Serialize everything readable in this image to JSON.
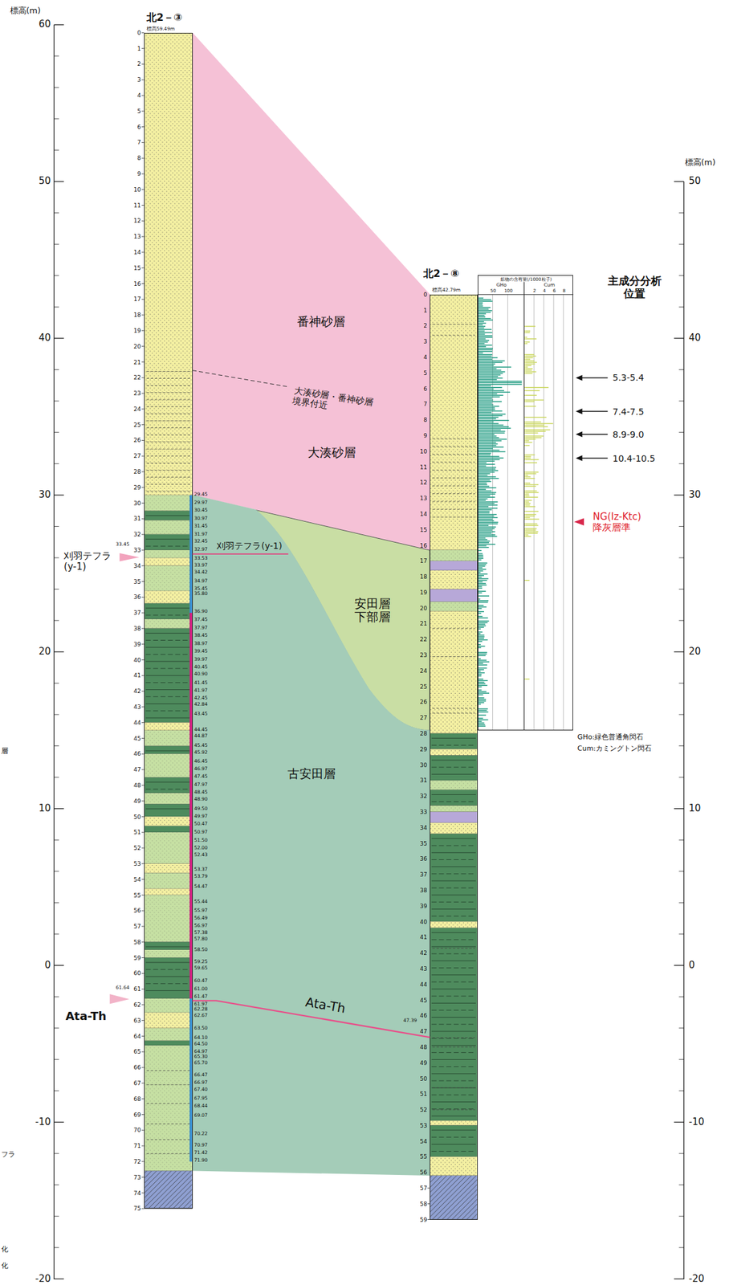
{
  "diagram": {
    "nodes": [
      {
        "text": [
          "北2－③",
          "標高59.49m"
        ]
      },
      {
        "text": [
          "北2－⑧",
          "標高42.79m"
        ]
      },
      {
        "text": [
          "鉱物の含有量(/1000粒子)",
          "GHo",
          "Cum",
          "50",
          "100",
          "2",
          "4",
          "6",
          "8"
        ]
      },
      {
        "text": [
          "番神砂層",
          "大湊砂層・番神砂層 境界付近",
          "大湊砂層"
        ]
      },
      {
        "text": [
          "安田層 下部層"
        ]
      },
      {
        "text": [
          "古安田層"
        ]
      }
    ],
    "edges": [
      {
        "from": 0,
        "to": 1,
        "label": "Ata-Th",
        "arrow": "none"
      }
    ],
    "labels": [
      "標高(m)",
      "60",
      "50",
      "40",
      "30",
      "20",
      "10",
      "0",
      "-10",
      "-20",
      "標高(m)",
      "50",
      "40",
      "30",
      "20",
      "10",
      "0",
      "-10",
      "-20",
      "0",
      "1",
      "2",
      "3",
      "4",
      "5",
      "6",
      "7",
      "8",
      "9",
      "10",
      "11",
      "12",
      "13",
      "14",
      "15",
      "16",
      "17",
      "18",
      "19",
      "20",
      "21",
      "22",
      "23",
      "24",
      "25",
      "26",
      "27",
      "28",
      "29",
      "30",
      "31",
      "32",
      "33",
      "34",
      "35",
      "36",
      "37",
      "38",
      "39",
      "40",
      "41",
      "42",
      "43",
      "44",
      "45",
      "46",
      "47",
      "48",
      "49",
      "50",
      "51",
      "52",
      "53",
      "54",
      "55",
      "56",
      "57",
      "58",
      "59",
      "60",
      "61",
      "62",
      "63",
      "64",
      "65",
      "66",
      "67",
      "68",
      "69",
      "70",
      "71",
      "72",
      "73",
      "74",
      "75",
      "0",
      "1",
      "2",
      "3",
      "4",
      "5",
      "6",
      "7",
      "8",
      "9",
      "10",
      "11",
      "12",
      "13",
      "14",
      "15",
      "16",
      "17",
      "18",
      "19",
      "20",
      "21",
      "22",
      "23",
      "24",
      "25",
      "26",
      "27",
      "28",
      "29",
      "30",
      "31",
      "32",
      "33",
      "34",
      "35",
      "36",
      "37",
      "38",
      "39",
      "40",
      "41",
      "42",
      "43",
      "44",
      "45",
      "46",
      "47",
      "48",
      "49",
      "50",
      "51",
      "52",
      "53",
      "54",
      "55",
      "56",
      "57",
      "58",
      "59",
      "刈羽テフラ (y-1)",
      "33.45",
      "Ata-Th",
      "61.64",
      "刈羽テフラ(y-1)",
      "47.39",
      "主成分分析 位置",
      "5.3-5.4",
      "7.4-7.5",
      "8.9-9.0",
      "10.4-10.5",
      "NG(Iz-Ktc) 降灰層準",
      "GHo:緑色普通角閃石",
      "Cum:カミングトン閃石",
      "層",
      "フラ",
      "化",
      "化",
      "29.45",
      "29.97",
      "30.45",
      "30.97",
      "31.45",
      "31.97",
      "32.45",
      "32.97",
      "33.53",
      "33.97",
      "34.42",
      "34.97",
      "35.45",
      "35.80",
      "36.90",
      "37.45",
      "37.97",
      "38.45",
      "38.97",
      "39.45",
      "39.97",
      "40.45",
      "40.90",
      "41.45",
      "41.97",
      "42.45",
      "42.84",
      "43.45",
      "44.45",
      "44.87",
      "45.45",
      "45.92",
      "46.45",
      "46.97",
      "47.45",
      "47.97",
      "48.45",
      "48.90",
      "49.50",
      "49.97",
      "50.47",
      "50.97",
      "51.50",
      "52.00",
      "52.43",
      "53.37",
      "53.79",
      "54.47",
      "55.44",
      "55.97",
      "56.49",
      "56.97",
      "57.38",
      "57.80",
      "58.50",
      "59.25",
      "59.65",
      "60.47",
      "61.00",
      "61.47",
      "61.97",
      "62.28",
      "62.67",
      "63.50",
      "64.10",
      "64.50",
      "64.97",
      "65.30",
      "65.70",
      "66.47",
      "66.97",
      "67.40",
      "67.95",
      "68.44",
      "69.07",
      "70.22",
      "70.97",
      "71.42",
      "71.90"
    ]
  }
}
